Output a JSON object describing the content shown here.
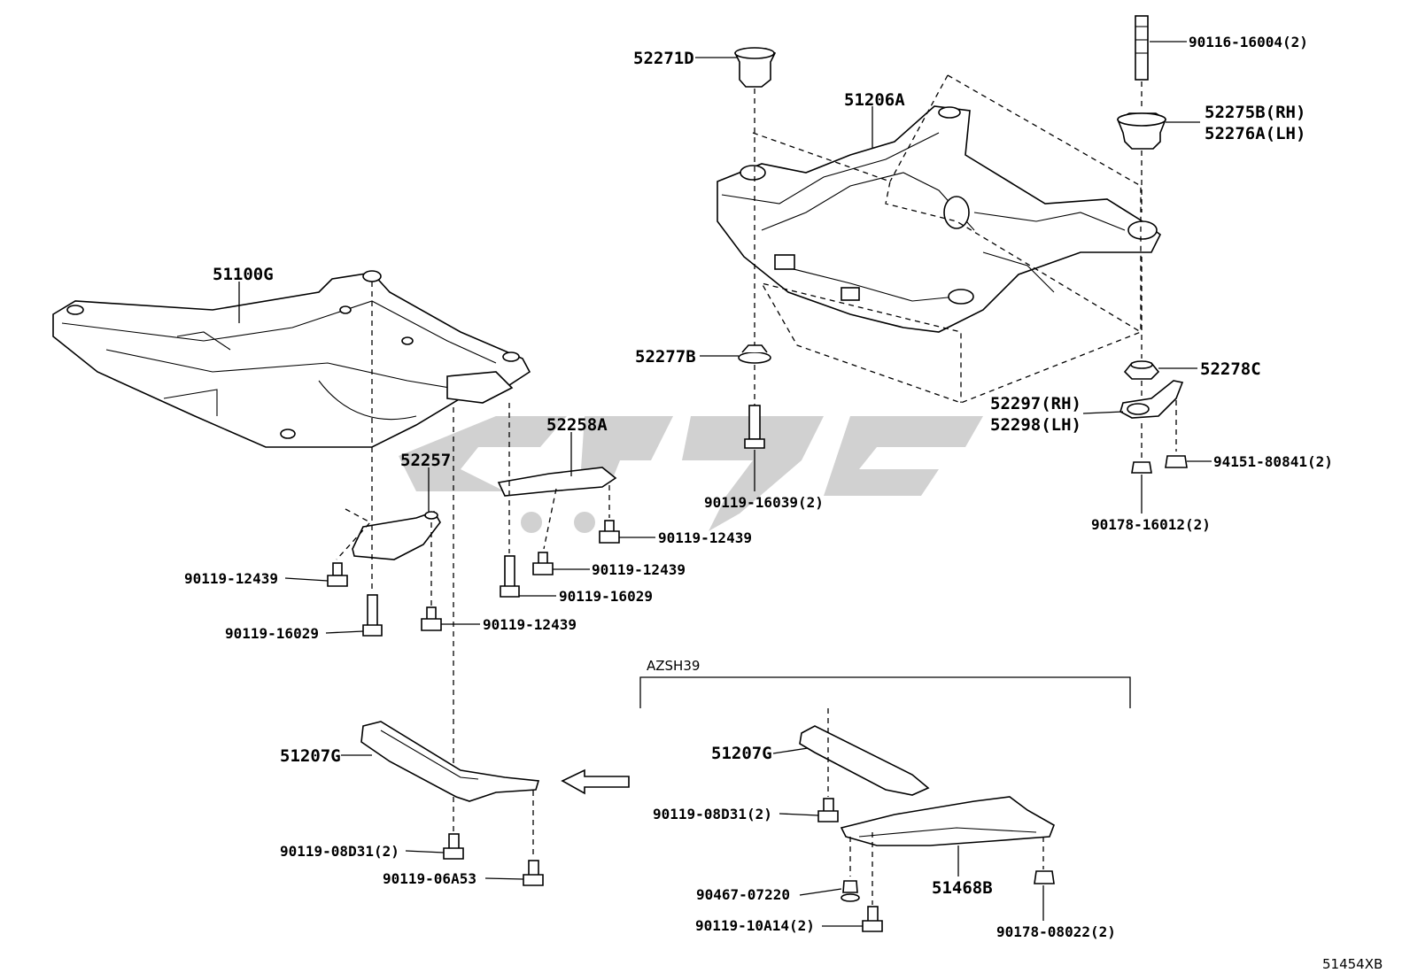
{
  "labels": {
    "p52271D": "52271D",
    "p90116_16004": "90116-16004(2)",
    "p51206A": "51206A",
    "p52275B": "52275B(RH)",
    "p52276A": "52276A(LH)",
    "p51100G": "51100G",
    "p52277B": "52277B",
    "p52278C": "52278C",
    "p52297": "52297(RH)",
    "p52298": "52298(LH)",
    "p52258A": "52258A",
    "p52257": "52257",
    "p94151_80841": "94151-80841(2)",
    "p90119_16039": "90119-16039(2)",
    "p90178_16012": "90178-16012(2)",
    "p90119_12439_a": "90119-12439",
    "p90119_12439_b": "90119-12439",
    "p90119_12439_c": "90119-12439",
    "p90119_12439_d": "90119-12439",
    "p90119_16029_a": "90119-16029",
    "p90119_16029_b": "90119-16029",
    "p51207G_a": "51207G",
    "p51207G_b": "51207G",
    "p90119_08D31_a": "90119-08D31(2)",
    "p90119_08D31_b": "90119-08D31(2)",
    "p90119_06A53": "90119-06A53",
    "p90467_07220": "90467-07220",
    "p51468B": "51468B",
    "p90119_10A14": "90119-10A14(2)",
    "p90178_08022": "90178-08022(2)"
  },
  "variant_bracket": {
    "label": "AZSH39"
  },
  "diagram_code": "51454XB",
  "watermark": {
    "color": "#c9c9c9"
  }
}
